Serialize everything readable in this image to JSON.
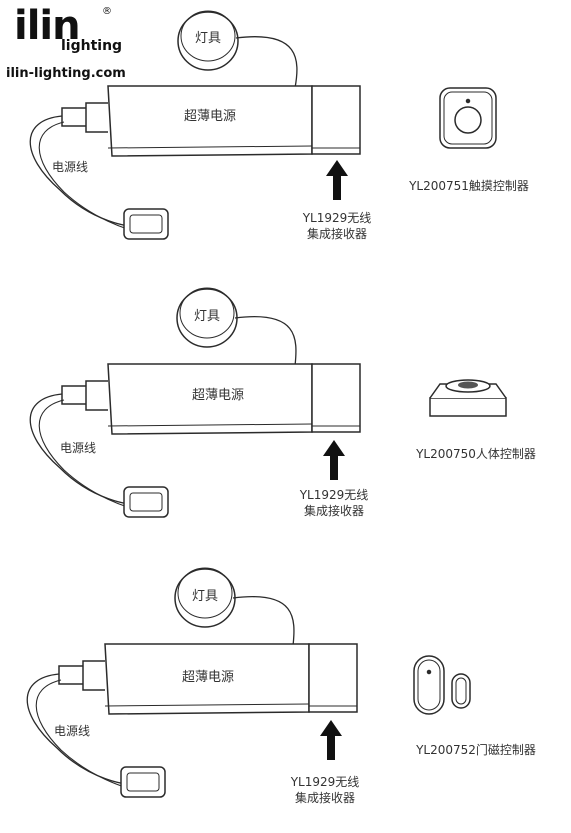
{
  "brand": {
    "logo_text": "ilin",
    "logo_sub": "lighting",
    "registered": "®",
    "website": "ilin-lighting.com"
  },
  "common": {
    "lamp_label": "灯具",
    "power_label": "超薄电源",
    "cable_label": "电源线",
    "receiver_line1": "YL1929无线",
    "receiver_line2": "集成接收器"
  },
  "panels": [
    {
      "controller_label": "YL200751触摸控制器",
      "controller_icon": "touch-controller-icon"
    },
    {
      "controller_label": "YL200750人体控制器",
      "controller_icon": "motion-sensor-icon"
    },
    {
      "controller_label": "YL200752门磁控制器",
      "controller_icon": "door-sensor-icon"
    }
  ],
  "colors": {
    "line": "#2b2b2b",
    "arrow": "#111111",
    "text": "#333333"
  }
}
